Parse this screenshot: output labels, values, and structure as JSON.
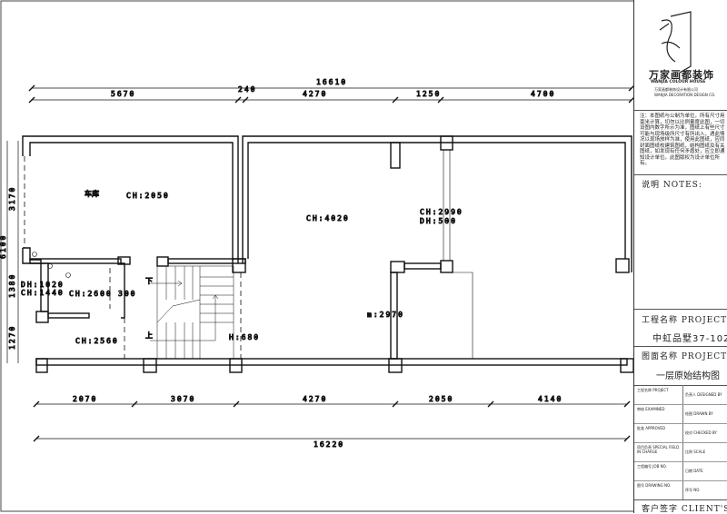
{
  "plan": {
    "top_total": "16610",
    "top_dims": [
      "5670",
      "240",
      "4270",
      "1250",
      "4700"
    ],
    "bottom_dims": [
      "2070",
      "3070",
      "4270",
      "2050",
      "4140"
    ],
    "bottom_total": "16220",
    "left_dims": [
      "3170",
      "1380",
      "1270"
    ],
    "left_total": "6100",
    "rooms": {
      "garage": "车库",
      "garage_ch": "CH:2050",
      "main_ch": "CH:4020",
      "right_ch": "CH:2990",
      "right_dh": "DH:500",
      "m": "m:2970",
      "stair_h": "H:680",
      "lower_ch": "CH:2560",
      "small_dh": "DH:1020",
      "small_ch": "CH:1440",
      "mid_ch": "CH:2600",
      "mid_300": "300",
      "stair_down": "下",
      "stair_up": "上"
    }
  },
  "title_block": {
    "company": "万家画都装饰",
    "company_en": "WANJIA COLOUR HOUSE",
    "company_sub": "万家画都装饰设计有限公司",
    "company_sub_en": "WANJIA DECORATION DESIGN CO.",
    "notes_text": "注：本图纸与公制为单位，所有尺寸用毫米计算，切勿以比例量度此图，一切设图内数字所示为准，图纸上有些尺寸可能与现场级所尺寸有所出入，遇此情况以现场放样为准，使用此图纸，应同封面图纸校建筑图纸，结构图纸及有关图纸，如发现有任何矛盾处，应立即通知设计单位。此图版权为设计单位所有。",
    "notes_label": "说明  NOTES:",
    "project_label": "工程名称 PROJECT:",
    "project_name": "中虹品墅37-102",
    "drawing_label": "图面名称 PROJECT:",
    "drawing_name": "一层原始结构图",
    "fields": [
      [
        "工程名称 PROJECT",
        "负责人 DESIGNED BY"
      ],
      [
        "审核 EXAMINED",
        "绘图 DRAWN BY"
      ],
      [
        "批准 APPROVED",
        "校对 CHECKED BY"
      ],
      [
        "项目负责 SPECIAL FIELD IN CHARGE",
        "比例 SCALE"
      ],
      [
        "工程编号 JOB NO.",
        "日期 DATE"
      ],
      [
        "图号 DRAWING NO.",
        "序号 NO."
      ]
    ],
    "client_label": "客户签字 CLIENT'S"
  }
}
